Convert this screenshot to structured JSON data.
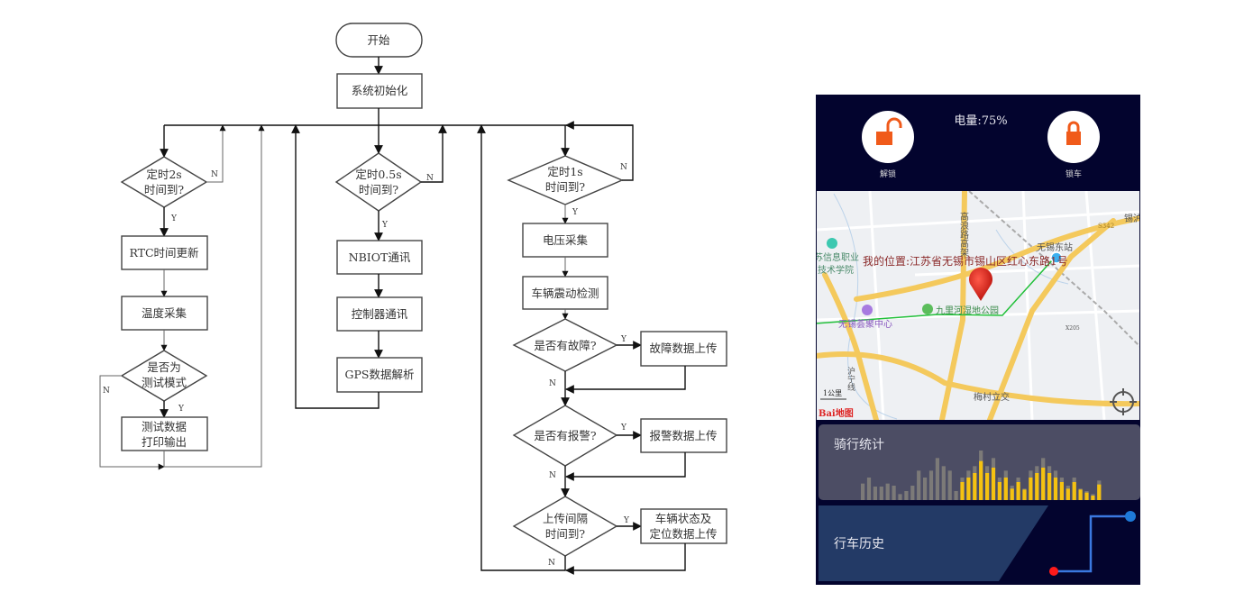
{
  "flowchart": {
    "start": "开始",
    "init": "系统初始化",
    "left": {
      "decision": [
        "定时2s",
        "时间到?"
      ],
      "rtc": "RTC时间更新",
      "temp": "温度采集",
      "test_decision": [
        "是否为",
        "测试模式"
      ],
      "test_output": [
        "测试数据",
        "打印输出"
      ]
    },
    "middle": {
      "decision": [
        "定时0.5s",
        "时间到?"
      ],
      "nbiot": "NBIOT通讯",
      "controller": "控制器通讯",
      "gps": "GPS数据解析"
    },
    "right": {
      "decision": [
        "定时1s",
        "时间到?"
      ],
      "voltage": "电压采集",
      "vibration": "车辆震动检测",
      "fault_decision": "是否有故障?",
      "fault_upload": "故障数据上传",
      "alarm_decision": "是否有报警?",
      "alarm_upload": "报警数据上传",
      "interval_decision": [
        "上传间隔",
        "时间到?"
      ],
      "status_upload": [
        "车辆状态及",
        "定位数据上传"
      ]
    },
    "yes": "Y",
    "no": "N"
  },
  "app": {
    "battery": "电量:75%",
    "unlock_label": "解锁",
    "lock_label": "锁车",
    "accent_color": "#f05a1a",
    "map": {
      "my_location": "我的位置:江苏省无锡市锡山区红心东路1号",
      "labels": {
        "gaolang": "高浪路高架",
        "east_station": "无锡东站",
        "s342": "S342",
        "xihu": "锡沪",
        "college": [
          "苏信息职业",
          "技术学院"
        ],
        "park": "九里河湿地公园",
        "mall": "无锡荟聚中心",
        "x205": "X205",
        "railway": "沪宁线",
        "meicun": "梅村立交"
      },
      "scale": "1公里",
      "logo": "Bai地图"
    },
    "ride_stats": {
      "title": "骑行统计",
      "gray_bars": [
        55,
        75,
        45,
        45,
        55,
        48,
        20,
        30,
        48,
        98,
        75,
        98,
        140,
        113,
        98,
        30
      ],
      "yellow_bars_total": [
        75,
        98,
        113,
        165,
        113,
        140,
        75,
        98,
        48,
        75,
        38,
        98,
        113,
        140,
        113,
        98,
        75,
        48,
        75,
        38,
        30,
        20,
        65
      ],
      "yellow_bars_fill": [
        60,
        75,
        90,
        130,
        90,
        108,
        60,
        75,
        38,
        60,
        35,
        75,
        90,
        108,
        90,
        75,
        60,
        38,
        60,
        35,
        25,
        15,
        52
      ]
    },
    "history": {
      "title": "行车历史"
    }
  }
}
